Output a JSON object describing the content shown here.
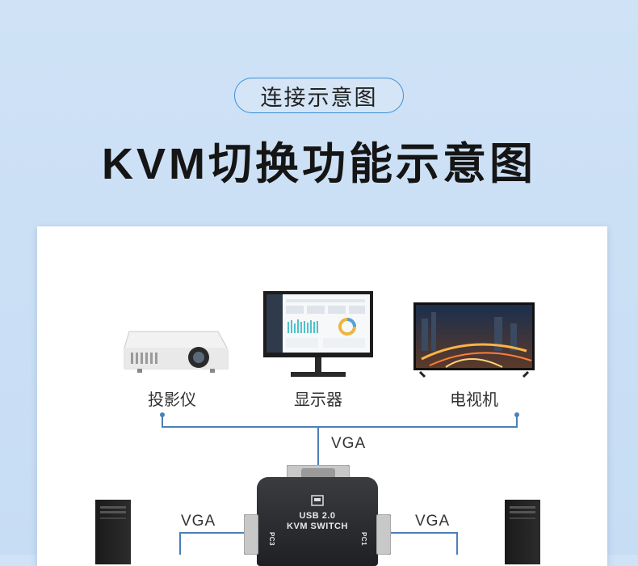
{
  "header": {
    "badge": "连接示意图",
    "title": "KVM切换功能示意图"
  },
  "devices": {
    "projector_label": "投影仪",
    "monitor_label": "显示器",
    "tv_label": "电视机"
  },
  "connections": {
    "top_vga": "VGA",
    "left_vga": "VGA",
    "right_vga": "VGA"
  },
  "kvm": {
    "line1": "USB 2.0",
    "line2": "KVM SWITCH",
    "port_left": "PC3",
    "port_right": "PC1"
  },
  "colors": {
    "background": "#cfe2f6",
    "accent": "#3a8fd6",
    "line": "#4c7fb8"
  }
}
